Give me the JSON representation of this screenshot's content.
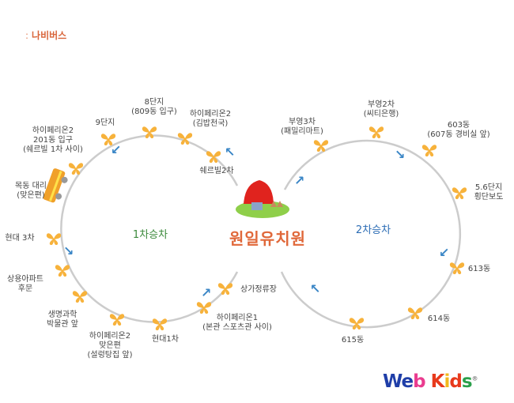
{
  "header": {
    "bullet": ":",
    "title": "나비버스"
  },
  "center": {
    "name": "원일유치원"
  },
  "routes": {
    "route1": "1차승차",
    "route2": "2차승차"
  },
  "route1_stops": [
    "9단지",
    "8단지\n(809동 입구)",
    "하이페리온2\n(김밥천국)",
    "쉐르빌2차",
    "하이페리온2\n201동 입구\n(쉐르빌 1차 사이)",
    "목동 대리\n(맞은편)",
    "현대 3차",
    "상용아파트\n후문",
    "생명과학\n박물관 앞",
    "하이페리온2\n맞은편\n(설렁탕집 앞)",
    "현대1차",
    "하이페리온1\n(본관 스포츠관 사이)",
    "상가정류장"
  ],
  "route2_stops": [
    "부영3차\n(패밀리마트)",
    "부영2차\n(씨티은행)",
    "603동\n(607동 경비실 앞)",
    "5.6단지\n횡단보도",
    "613동",
    "614동",
    "615동"
  ],
  "logo": {
    "text": "Web Kids",
    "mark": "®"
  },
  "colors": {
    "accent": "#d9653a",
    "butterfly": "#f7b23b",
    "arrow": "#3a86c6",
    "route1": "#3d8a3d",
    "route2": "#2d6db5"
  }
}
